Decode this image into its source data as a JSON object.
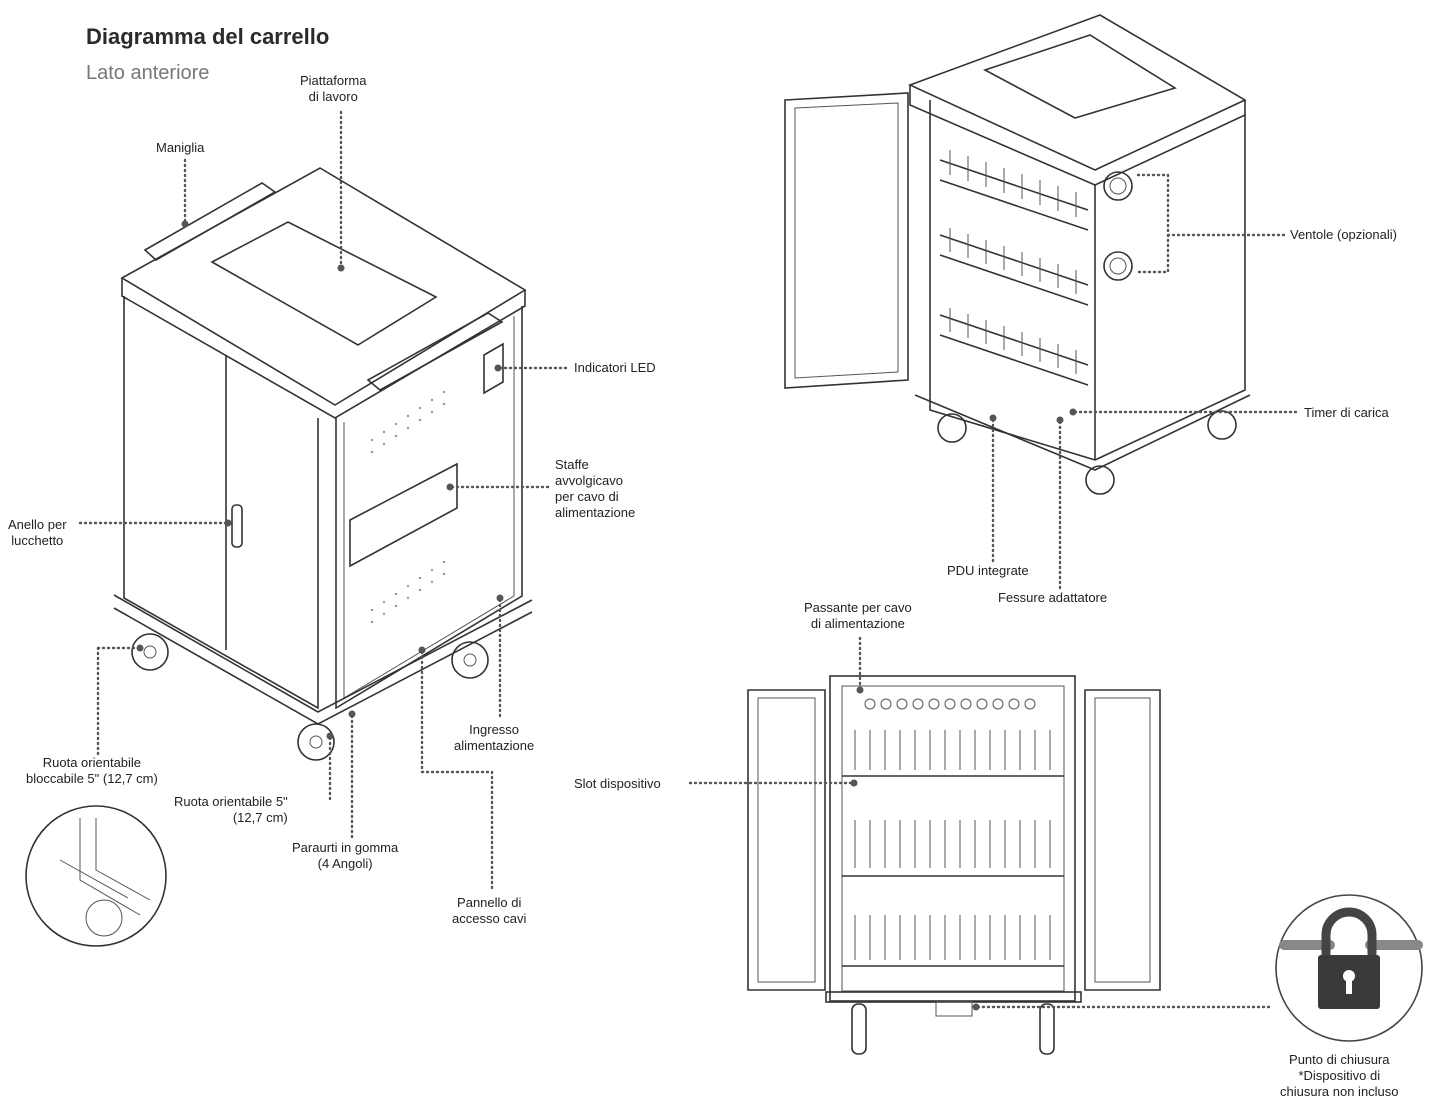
{
  "header": {
    "title": "Diagramma del carrello",
    "subtitle": "Lato anteriore"
  },
  "labels": {
    "piattaforma": [
      "Piattaforma",
      "di lavoro"
    ],
    "maniglia": [
      "Maniglia"
    ],
    "indicatori": [
      "Indicatori LED"
    ],
    "staffe": [
      "Staffe",
      "avvolgicavo",
      "per cavo di",
      "alimentazione"
    ],
    "anello": [
      "Anello per",
      "lucchetto"
    ],
    "ingresso": [
      "Ingresso",
      "alimentazione"
    ],
    "ruota_bloc": [
      "Ruota orientabile",
      "bloccabile 5\" (12,7 cm)"
    ],
    "ruota": [
      "Ruota orientabile 5\"",
      "(12,7 cm)"
    ],
    "paraurti": [
      "Paraurti in gomma",
      "(4 Angoli)"
    ],
    "pannello": [
      "Pannello di",
      "accesso cavi"
    ],
    "ventole": [
      "Ventole (opzionali)"
    ],
    "timer": [
      "Timer di carica"
    ],
    "pdu": [
      "PDU integrate"
    ],
    "fessure": [
      "Fessure adattatore"
    ],
    "passante": [
      "Passante per cavo",
      "di alimentazione"
    ],
    "slot": [
      "Slot dispositivo"
    ],
    "chiusura": [
      "Punto di chiusura",
      "*Dispositivo di",
      "chiusura non incluso"
    ]
  },
  "colors": {
    "line": "#333333",
    "dotted": "#555555",
    "lock_icon": "#3a3a3a",
    "subtitle": "#777777"
  }
}
